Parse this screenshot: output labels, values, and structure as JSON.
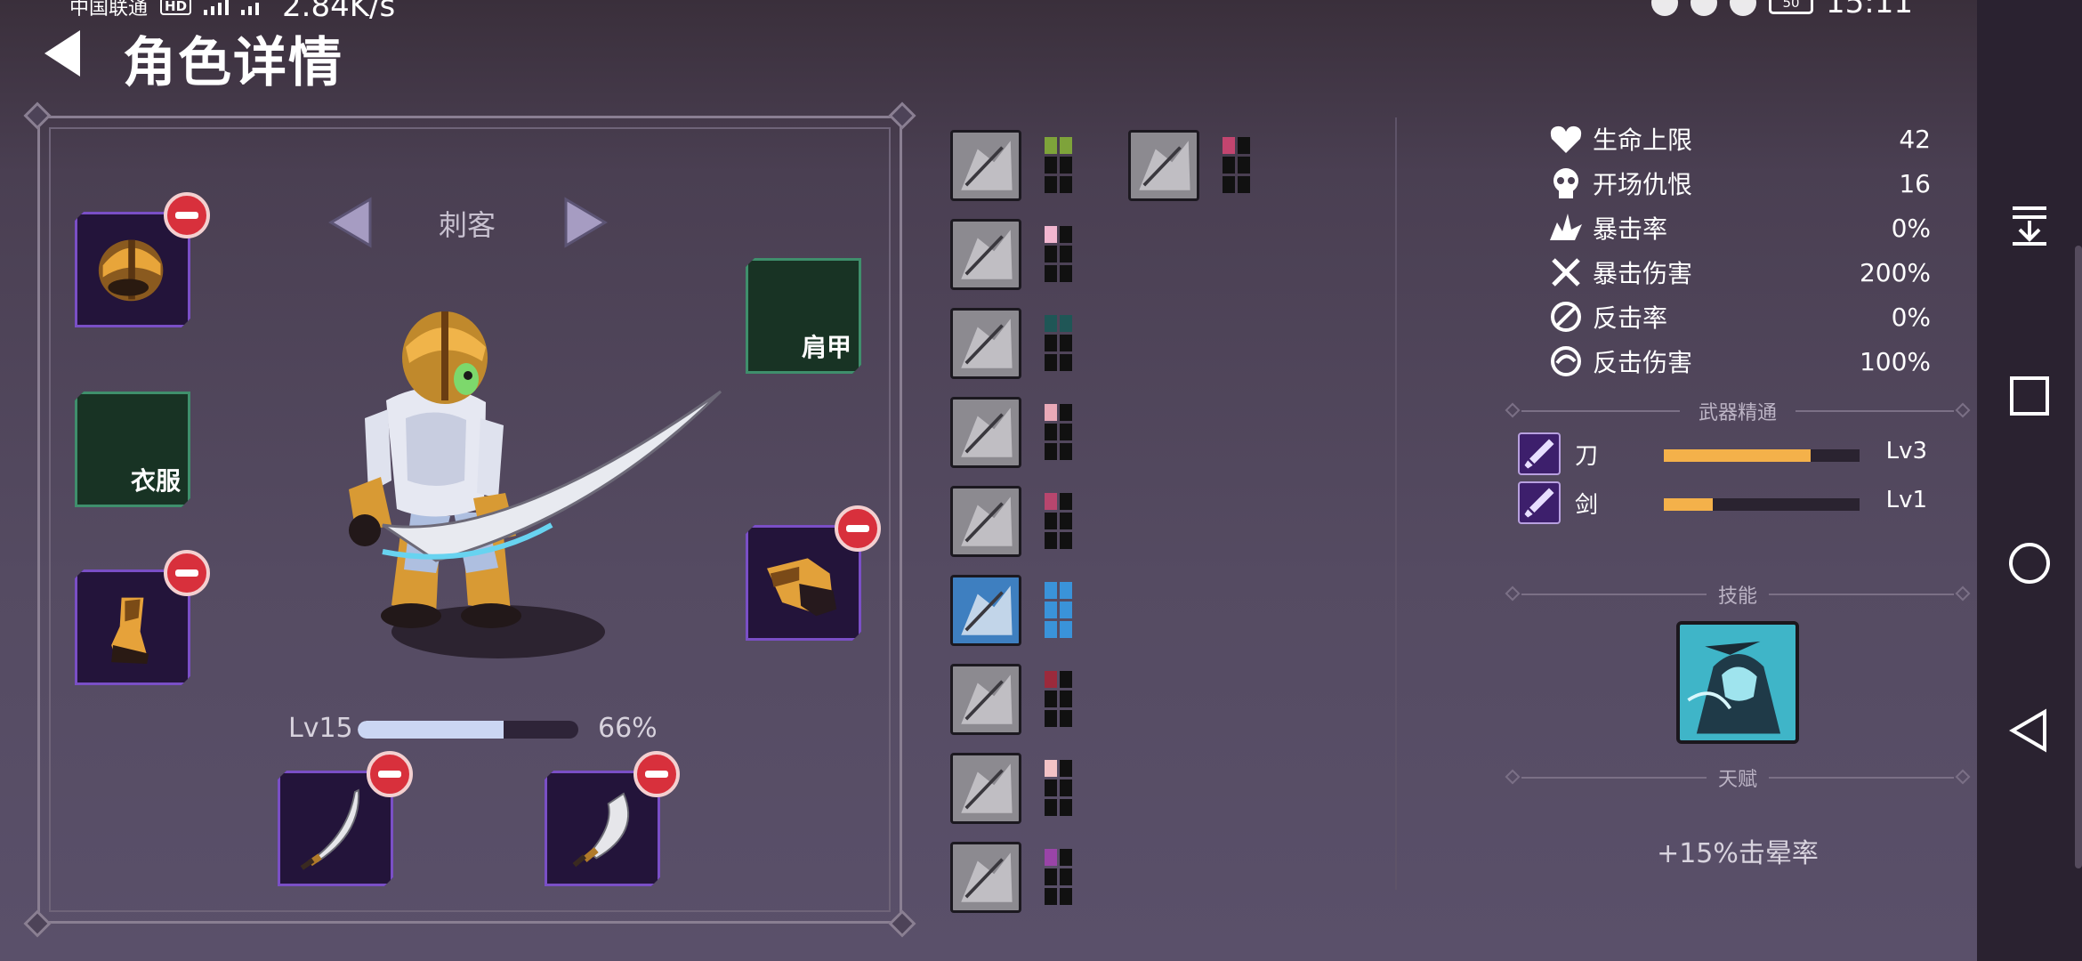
{
  "status_bar": {
    "carrier": "中国联通",
    "hd": "HD",
    "net_speed": "2.84K/s",
    "battery": "50",
    "time": "15:11"
  },
  "header": {
    "title": "角色详情"
  },
  "character": {
    "class_name": "刺客",
    "level_label": "Lv15",
    "level_progress_percent": 66,
    "level_percent_label": "66%",
    "slots": {
      "helmet": {
        "state": "equipped"
      },
      "clothing": {
        "label": "衣服",
        "state": "empty"
      },
      "boots": {
        "state": "equipped"
      },
      "shoulder": {
        "label": "肩甲",
        "state": "empty"
      },
      "gloves": {
        "state": "equipped"
      },
      "weapon_main": {
        "state": "equipped"
      },
      "weapon_off": {
        "state": "equipped"
      }
    }
  },
  "skills": [
    {
      "icon": "flexing-arm-icon",
      "pip_color": "#7ea33a",
      "lit": 2
    },
    {
      "icon": "ghost-statue-icon",
      "pip_color": "#c2456f",
      "lit": 1
    },
    {
      "icon": "boot-kick-icon",
      "pip_color": "#f2b6d0",
      "lit": 1
    },
    {
      "icon": "shattered-rock-icon",
      "pip_color": "#1f5656",
      "lit": 2
    },
    {
      "icon": "feather-blade-icon",
      "pip_color": "#e9a9b8",
      "lit": 1
    },
    {
      "icon": "claw-slash-icon",
      "pip_color": "#b8466e",
      "lit": 1
    },
    {
      "icon": "viking-warrior-icon",
      "pip_color": "#3a93d9",
      "lit": 6
    },
    {
      "icon": "serrated-sword-icon",
      "pip_color": "#9b2a3c",
      "lit": 1
    },
    {
      "icon": "twin-daggers-icon",
      "pip_color": "#f3c2c6",
      "lit": 1
    },
    {
      "icon": "hooded-assassin-icon",
      "pip_color": "#9a44a8",
      "lit": 1
    }
  ],
  "stats": [
    {
      "icon": "heart-icon",
      "label": "生命上限",
      "value": "42"
    },
    {
      "icon": "skull-icon",
      "label": "开场仇恨",
      "value": "16"
    },
    {
      "icon": "critical-burst-icon",
      "label": "暴击率",
      "value": "0%"
    },
    {
      "icon": "crossed-swords-icon",
      "label": "暴击伤害",
      "value": "200%"
    },
    {
      "icon": "counter-shield-icon",
      "label": "反击率",
      "value": "0%"
    },
    {
      "icon": "counter-swirl-icon",
      "label": "反击伤害",
      "value": "100%"
    }
  ],
  "weapon_mastery": {
    "title": "武器精通",
    "items": [
      {
        "name": "刀",
        "level": "Lv3",
        "progress": 0.75
      },
      {
        "name": "剑",
        "level": "Lv1",
        "progress": 0.25
      }
    ]
  },
  "skill_section": {
    "title": "技能"
  },
  "talent": {
    "title": "天赋",
    "text": "+15%击晕率"
  }
}
